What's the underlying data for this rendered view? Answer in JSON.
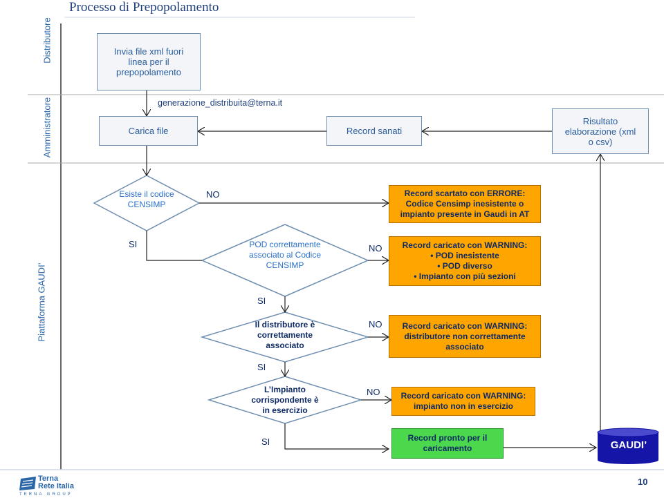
{
  "title": "Processo di Prepopolamento",
  "lanes": {
    "distributore": "Distributore",
    "amministratore": "Amministratore",
    "piattaforma": "Piattaforma GAUDI’"
  },
  "email": "generazione_distribuita@terna.it",
  "boxes": {
    "invia": "Invia file xml fuori linea per il prepopolamento",
    "carica": "Carica file",
    "sanati": "Record sanati",
    "risultato": "Risultato elaborazione (xml o csv)"
  },
  "decisions": {
    "censimp": "Esiste il codice CENSIMP",
    "pod": "POD correttamente associato al Codice CENSIMP",
    "distributore": "Il distributore è correttamente associato",
    "impianto": "L’Impianto corrispondente è in esercizio"
  },
  "outcomes": {
    "errore": "Record scartato con ERRORE: Codice Censimp inesistente o impianto presente in Gaudi in AT",
    "warning1_title": "Record caricato con WARNING:",
    "warning1_items": [
      "POD inesistente",
      "POD diverso",
      "Impianto con più sezioni"
    ],
    "warning2": "Record caricato con WARNING: distributore non correttamente associato",
    "warning3": "Record caricato con WARNING: impianto non in esercizio",
    "pronto": "Record pronto per il caricamento",
    "gaudi": "GAUDI’"
  },
  "labels": {
    "no1": "NO",
    "no2": "NO",
    "no3": "NO",
    "no4": "NO",
    "si1": "SI",
    "si2": "SI",
    "si3": "SI",
    "si4": "SI"
  },
  "logo": {
    "line1": "Terna",
    "line2": "Rete Italia",
    "line3": "TERNA GROUP"
  },
  "page_number": "10",
  "colors": {
    "warning": "#ffa500",
    "ready": "#4cd84c",
    "gaudi": "#1515a8",
    "lane_text": "#2a66a8"
  }
}
